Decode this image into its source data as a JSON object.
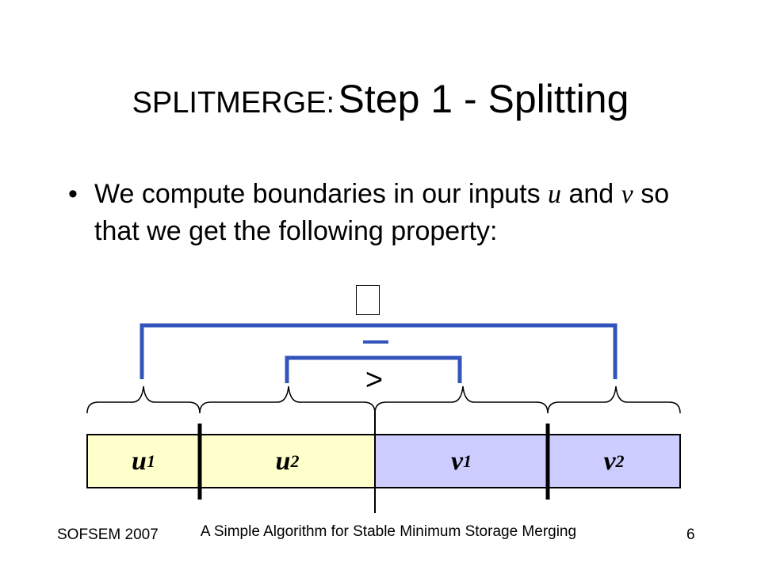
{
  "slide": {
    "title_small": "SPLITMERGE:",
    "title_big": "Step 1 - Splitting",
    "bullet_marker": "•",
    "bullet": {
      "part1": "We compute boundaries in our inputs ",
      "var_u": "u",
      "part2": " and ",
      "var_v": "v",
      "part3": " so that we get the following property:"
    }
  },
  "diagram": {
    "outer_relation_glyph": "",
    "inner_relation": ">",
    "segments": [
      {
        "base": "u",
        "sub": "1"
      },
      {
        "base": "u",
        "sub": "2"
      },
      {
        "base": "v",
        "sub": "1"
      },
      {
        "base": "v",
        "sub": "2"
      }
    ],
    "colors": {
      "u_fill": "#ffffcc",
      "v_fill": "#ccccff",
      "bracket": "#3355bb"
    }
  },
  "footer": {
    "left": "SOFSEM 2007",
    "center": "A Simple Algorithm for Stable Minimum Storage Merging",
    "page": "6"
  }
}
